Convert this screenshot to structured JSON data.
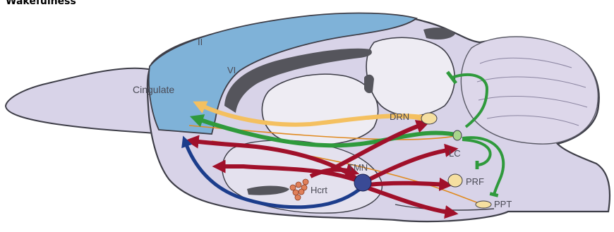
{
  "title": "Wakefulness",
  "labels": {
    "layer_ii": "II",
    "layer_vi": "VI",
    "cingulate": "Cingulate",
    "drn": "DRN",
    "lc": "LC",
    "tmn": "TMN",
    "hcrt": "Hcrt",
    "prf": "PRF",
    "ppt": "PPT"
  },
  "colors": {
    "cortex_blue": "#7fb2d8",
    "brain_lavender": "#d8d3e8",
    "outline": "#3e3e48",
    "dark_tract": "#55555c",
    "arrow_red": "#a0102a",
    "arrow_green": "#2f9a3c",
    "arrow_yellow": "#f4c060",
    "arrow_blue": "#1c3d8c",
    "arrow_orange": "#e08a20",
    "nucleus_tan": "#f5dfa0",
    "nucleus_green": "#a9d58c",
    "tmn_blue": "#3a4a95",
    "hcrt_orange": "#e0805a"
  }
}
